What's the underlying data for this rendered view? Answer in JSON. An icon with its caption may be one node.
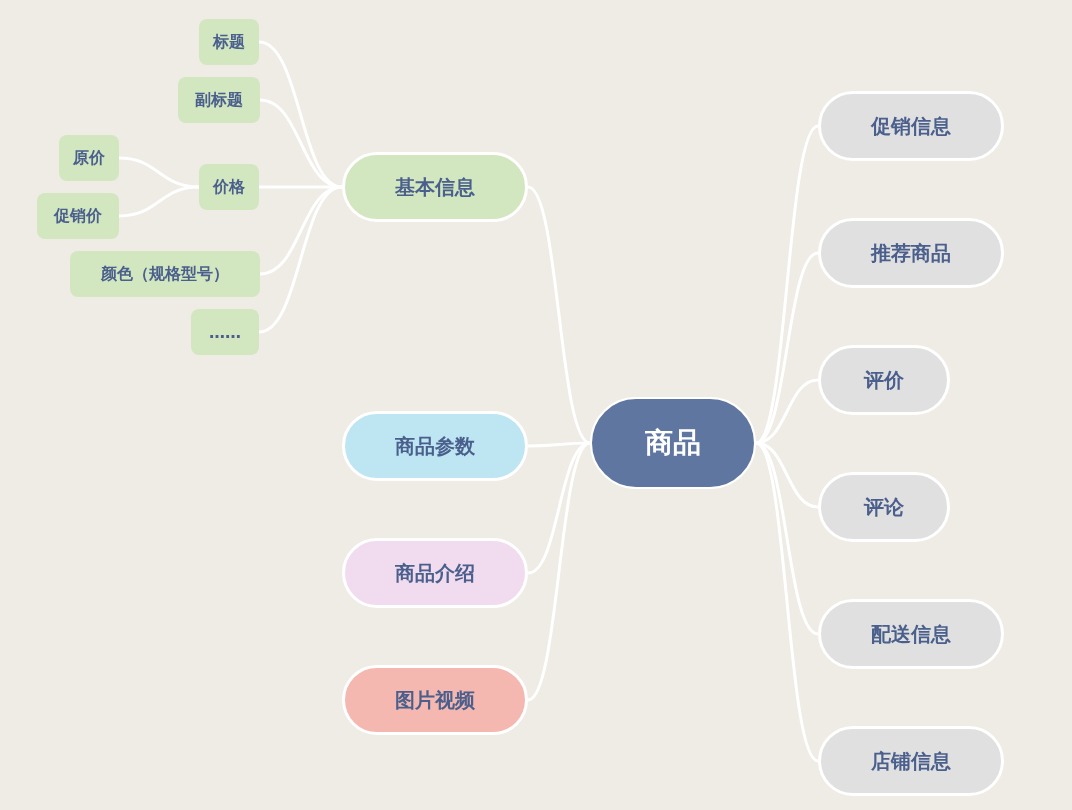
{
  "diagram": {
    "nodes": [
      {
        "text": [
          "商品"
        ]
      },
      {
        "text": [
          "基本信息"
        ]
      },
      {
        "text": [
          "标题"
        ]
      },
      {
        "text": [
          "副标题"
        ]
      },
      {
        "text": [
          "价格"
        ]
      },
      {
        "text": [
          "原价"
        ]
      },
      {
        "text": [
          "促销价"
        ]
      },
      {
        "text": [
          "颜色（规格型号）"
        ]
      },
      {
        "text": [
          "……"
        ]
      },
      {
        "text": [
          "商品参数"
        ]
      },
      {
        "text": [
          "商品介绍"
        ]
      },
      {
        "text": [
          "图片视频"
        ]
      },
      {
        "text": [
          "促销信息"
        ]
      },
      {
        "text": [
          "推荐商品"
        ]
      },
      {
        "text": [
          "评价"
        ]
      },
      {
        "text": [
          "评论"
        ]
      },
      {
        "text": [
          "配送信息"
        ]
      },
      {
        "text": [
          "店铺信息"
        ]
      }
    ],
    "edges": [
      {
        "from": 0,
        "to": 1,
        "arrow": "none"
      },
      {
        "from": 0,
        "to": 9,
        "arrow": "none"
      },
      {
        "from": 0,
        "to": 10,
        "arrow": "none"
      },
      {
        "from": 0,
        "to": 11,
        "arrow": "none"
      },
      {
        "from": 0,
        "to": 12,
        "arrow": "none"
      },
      {
        "from": 0,
        "to": 13,
        "arrow": "none"
      },
      {
        "from": 0,
        "to": 14,
        "arrow": "none"
      },
      {
        "from": 0,
        "to": 15,
        "arrow": "none"
      },
      {
        "from": 0,
        "to": 16,
        "arrow": "none"
      },
      {
        "from": 0,
        "to": 17,
        "arrow": "none"
      },
      {
        "from": 1,
        "to": 2,
        "arrow": "none"
      },
      {
        "from": 1,
        "to": 3,
        "arrow": "none"
      },
      {
        "from": 1,
        "to": 4,
        "arrow": "none"
      },
      {
        "from": 1,
        "to": 7,
        "arrow": "none"
      },
      {
        "from": 1,
        "to": 8,
        "arrow": "none"
      },
      {
        "from": 4,
        "to": 5,
        "arrow": "none"
      },
      {
        "from": 4,
        "to": 6,
        "arrow": "none"
      }
    ]
  }
}
